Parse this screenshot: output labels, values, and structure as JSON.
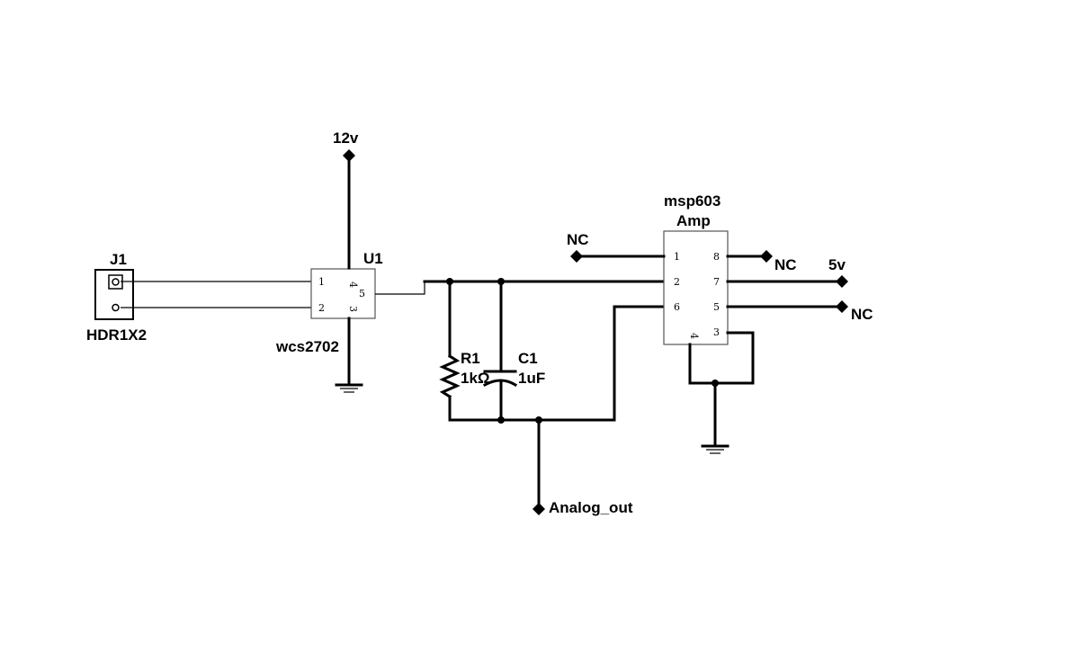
{
  "labels": {
    "j1_ref": "J1",
    "j1_value": "HDR1X2",
    "u1_ref": "U1",
    "u1_value": "wcs2702",
    "amp_ref": "msp603",
    "amp_value": "Amp",
    "r1_ref": "R1",
    "r1_value": "1kΩ",
    "c1_ref": "C1",
    "c1_value": "1uF"
  },
  "nets": {
    "v12": "12v",
    "v5": "5v",
    "nc": "NC",
    "analog_out": "Analog_out"
  },
  "u1_pins": {
    "p1": "1",
    "p2": "2",
    "p3": "3",
    "p4": "4",
    "p5": "5"
  },
  "amp_pins": {
    "p1": "1",
    "p2": "2",
    "p3": "3",
    "p4": "4",
    "p5": "5",
    "p6": "6",
    "p7": "7",
    "p8": "8"
  }
}
